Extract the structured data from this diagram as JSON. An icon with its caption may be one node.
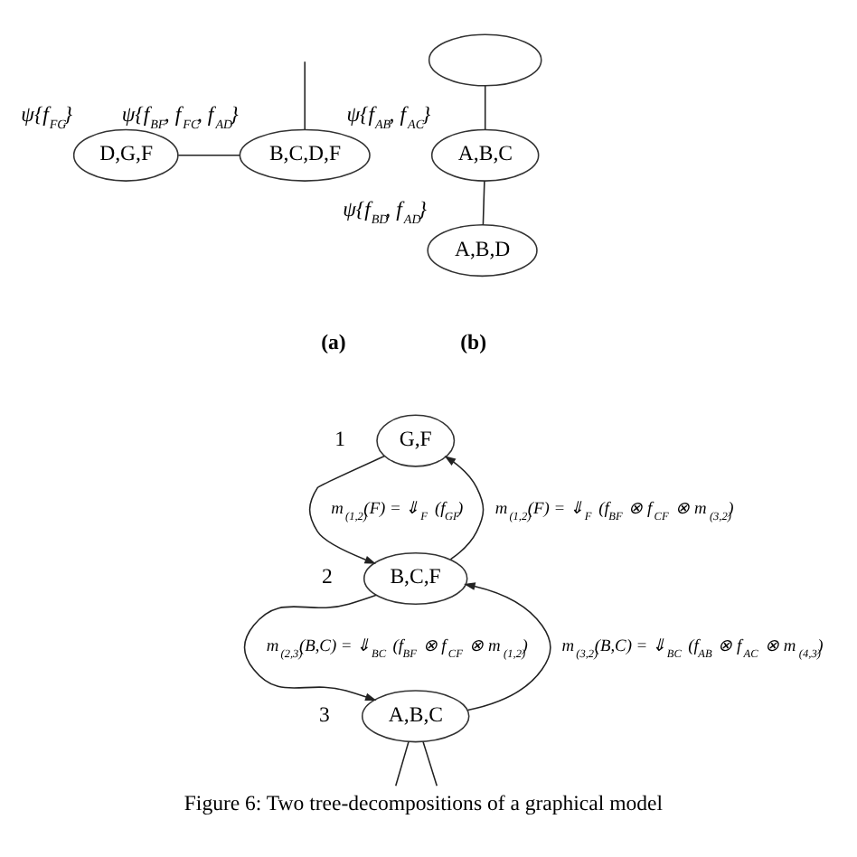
{
  "diagram": {
    "caption": "Figure 6: Two tree-decompositions of a graphical model",
    "nodes": [
      {
        "text": [
          "D,G,F"
        ],
        "beside": [
          "ψ{f$_{FG}$}"
        ]
      },
      {
        "text": [
          "B,C,D,F"
        ],
        "beside": [
          "ψ{f$_{BF}$, f$_{FC}$, f$_{AD}$}"
        ]
      },
      {
        "text": [],
        "shape": "ellipse"
      },
      {
        "text": [
          "A,B,C"
        ],
        "beside": [
          "ψ{f$_{AB}$, f$_{AC}$}"
        ]
      },
      {
        "text": [
          "A,B,D"
        ],
        "beside": [
          "ψ{f$_{BD}$, f$_{AD}$}"
        ]
      },
      {
        "text": [
          "G,F"
        ],
        "beside": [
          "1"
        ]
      },
      {
        "text": [
          "B,C,F"
        ],
        "beside": [
          "2"
        ]
      },
      {
        "text": [
          "A,B,C"
        ],
        "beside": [
          "3"
        ]
      }
    ],
    "edges": [
      {
        "from": null,
        "to": 1,
        "arrow": "none"
      },
      {
        "from": 0,
        "to": 1,
        "arrow": "none"
      },
      {
        "from": 2,
        "to": 3,
        "arrow": "none"
      },
      {
        "from": 3,
        "to": 4,
        "arrow": "none"
      },
      {
        "from": 5,
        "to": 6,
        "arrow": "to",
        "label": "m$_{(1,2)}$(F) = ⇓$_{F}$ (f$_{GF}$)"
      },
      {
        "from": 6,
        "to": 5,
        "arrow": "to",
        "label": "m$_{(1,2)}$(F) = ⇓$_{F}$ (f$_{BF}$ ⊗ f$_{CF}$ ⊗ m$_{(3,2)}$)"
      },
      {
        "from": 6,
        "to": 7,
        "arrow": "to",
        "label": "m$_{(2,3)}$(B,C) = ⇓$_{BC}$ (f$_{BF}$ ⊗ f$_{CF}$ ⊗ m$_{(1,2)}$)"
      },
      {
        "from": 7,
        "to": 6,
        "arrow": "to",
        "label": "m$_{(3,2)}$(B,C) = ⇓$_{BC}$ (f$_{AB}$ ⊗ f$_{AC}$ ⊗ m$_{(4,3)}$)"
      },
      {
        "from": 7,
        "to": null,
        "arrow": "none"
      },
      {
        "from": 7,
        "to": null,
        "arrow": "none"
      }
    ],
    "labels": [
      "(a)",
      "(b)"
    ]
  }
}
